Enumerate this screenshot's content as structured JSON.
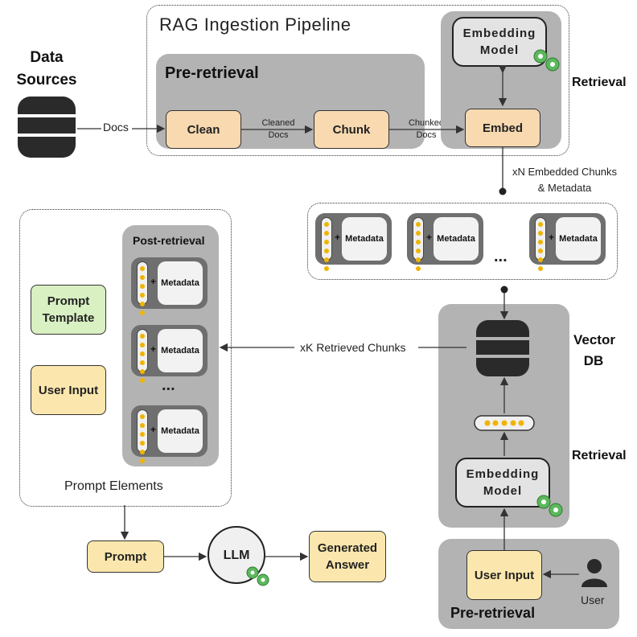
{
  "data_sources": {
    "title": "Data Sources",
    "docs_label": "Docs"
  },
  "ingestion": {
    "title": "RAG Ingestion Pipeline",
    "pre_retrieval_title": "Pre-retrieval",
    "clean": "Clean",
    "cleaned_docs": "Cleaned Docs",
    "chunk": "Chunk",
    "chunked_docs": "Chunked Docs",
    "embed": "Embed",
    "embedding_model": "Embedding Model",
    "retrieval_label": "Retrieval"
  },
  "embedded_chunks_label": "xN Embedded Chunks & Metadata",
  "metadata_label": "Metadata",
  "ellipsis": "...",
  "vector_db": {
    "title": "Vector DB",
    "retrieval_label": "Retrieval",
    "embedding_model": "Embedding Model"
  },
  "query_side": {
    "user_input": "User Input",
    "user": "User",
    "pre_retrieval_title": "Pre-retrieval"
  },
  "retrieved_chunks_label": "xK Retrieved Chunks",
  "prompt_elements": {
    "title": "Prompt Elements",
    "post_retrieval_title": "Post-retrieval",
    "prompt_template": "Prompt Template",
    "user_input": "User Input"
  },
  "generation": {
    "prompt": "Prompt",
    "llm": "LLM",
    "generated_answer": "Generated Answer"
  },
  "colors": {
    "panel": "#b3b3b3",
    "orange_node": "#f8d9b0",
    "yellow_node": "#fbe7ad",
    "green_node": "#d9f0c2",
    "gear": "#5cb85c",
    "dot": "#f0b400"
  }
}
